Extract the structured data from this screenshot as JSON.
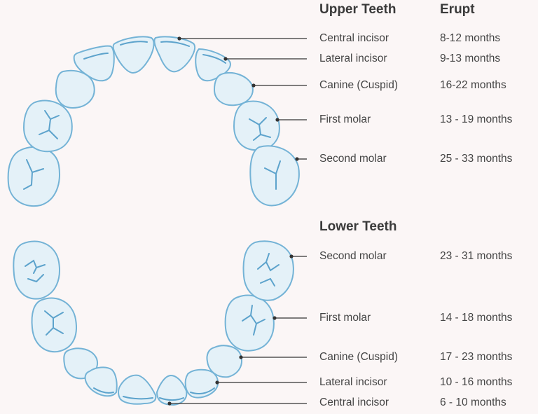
{
  "headers": {
    "upper": "Upper Teeth",
    "erupt": "Erupt",
    "lower": "Lower Teeth"
  },
  "upper": [
    {
      "name": "Central incisor",
      "erupt": "8-12 months"
    },
    {
      "name": "Lateral incisor",
      "erupt": "9-13 months"
    },
    {
      "name": "Canine (Cuspid)",
      "erupt": "16-22 months"
    },
    {
      "name": "First molar",
      "erupt": "13 - 19 months"
    },
    {
      "name": "Second molar",
      "erupt": "25 - 33 months"
    }
  ],
  "lower": [
    {
      "name": "Second molar",
      "erupt": "23 - 31 months"
    },
    {
      "name": "First molar",
      "erupt": "14 - 18 months"
    },
    {
      "name": "Canine (Cuspid)",
      "erupt": "17 - 23 months"
    },
    {
      "name": "Lateral incisor",
      "erupt": "10 - 16 months"
    },
    {
      "name": "Central incisor",
      "erupt": "6 - 10 months"
    }
  ],
  "colors": {
    "tooth_fill": "#e4f1f8",
    "tooth_outline": "#74b3d6",
    "text": "#444444",
    "background": "#fbf6f6"
  }
}
